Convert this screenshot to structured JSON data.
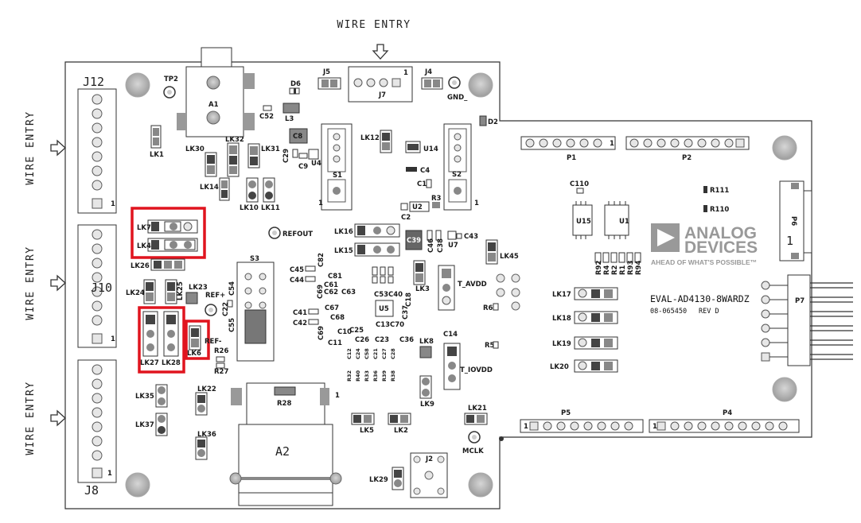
{
  "annotations": {
    "wire_entry": "WIRE ENTRY"
  },
  "board": {
    "name": "EVAL-AD4130-8WARDZ",
    "part_number": "08-065450",
    "revision": "REV D",
    "logo": {
      "line1": "ANALOG",
      "line2": "DEVICES",
      "tagline": "AHEAD OF WHAT'S POSSIBLE™"
    }
  },
  "connectors": {
    "J12": "J12",
    "J10": "J10",
    "J8": "J8",
    "J7": "J7",
    "J2": "J2",
    "J4": "J4",
    "J5": "J5",
    "P1": "P1",
    "P2": "P2",
    "P4": "P4",
    "P5": "P5",
    "P6": "P6",
    "P7": "P7",
    "A1": "A1",
    "A2": "A2",
    "S1": "S1",
    "S2": "S2",
    "S3": "S3",
    "U1": "U1",
    "U2": "U2",
    "U4": "U4",
    "U5": "U5",
    "U7": "U7",
    "U14": "U14",
    "U15": "U15"
  },
  "test_points": {
    "TP2": "TP2",
    "REFOUT": "REFOUT",
    "REF_PLUS": "REF+",
    "REF_MINUS": "REF-",
    "GND": "GND_",
    "MCLK": "MCLK",
    "T_AVDD": "T_AVDD",
    "T_IOVDD": "T_IOVDD"
  },
  "links": {
    "LK1": "LK1",
    "LK2": "LK2",
    "LK3": "LK3",
    "LK4": "LK4",
    "LK5": "LK5",
    "LK6": "LK6",
    "LK7": "LK7",
    "LK8": "LK8",
    "LK9": "LK9",
    "LK10": "LK10",
    "LK11": "LK11",
    "LK12": "LK12",
    "LK14": "LK14",
    "LK15": "LK15",
    "LK16": "LK16",
    "LK17": "LK17",
    "LK18": "LK18",
    "LK19": "LK19",
    "LK20": "LK20",
    "LK21": "LK21",
    "LK22": "LK22",
    "LK23": "LK23",
    "LK24": "LK24",
    "LK25": "LK25",
    "LK26": "LK26",
    "LK27": "LK27",
    "LK28": "LK28",
    "LK29": "LK29",
    "LK30": "LK30",
    "LK31": "LK31",
    "LK32": "LK32",
    "LK35": "LK35",
    "LK36": "LK36",
    "LK37": "LK37",
    "LK45": "LK45"
  },
  "passives": {
    "C1": "C1",
    "C2": "C2",
    "C4": "C4",
    "C8": "C8",
    "C9": "C9",
    "C14": "C14",
    "C29": "C29",
    "C38": "C38",
    "C39": "C39",
    "C43": "C43",
    "C46": "C46",
    "C52": "C52",
    "C110": "C110",
    "C41": "C41",
    "C42": "C42",
    "C44": "C44",
    "C45": "C45",
    "C67": "C67",
    "C68": "C68",
    "C69": "C69",
    "C10": "C10",
    "C11": "C11",
    "C13": "C13",
    "C70": "C70",
    "C25": "C25",
    "C26": "C26",
    "C23": "C23",
    "C36": "C36",
    "C53": "C53",
    "C40": "C40",
    "C61": "C61",
    "C62": "C62",
    "C63": "C63",
    "C81": "C81",
    "C82": "C82",
    "C54": "C54",
    "C55": "C55",
    "C22": "C22",
    "C18": "C18",
    "C37": "C37",
    "R1": "R1",
    "R2": "R2",
    "R3": "R3",
    "R4": "R4",
    "R5": "R5",
    "R6": "R6",
    "R26": "R26",
    "R27": "R27",
    "R28": "R28",
    "R92": "R92",
    "R93": "R93",
    "R94": "R94",
    "R110": "R110",
    "R111": "R111",
    "D2": "D2",
    "D6": "D6",
    "L3": "L3",
    "CB_ROW": [
      "C12",
      "C24",
      "C58",
      "C21",
      "C27",
      "C28"
    ],
    "R_ROW": [
      "R32",
      "R40",
      "R33",
      "R36",
      "R39",
      "R38"
    ]
  },
  "pin1": "1",
  "highlight_color": "#e0141e"
}
